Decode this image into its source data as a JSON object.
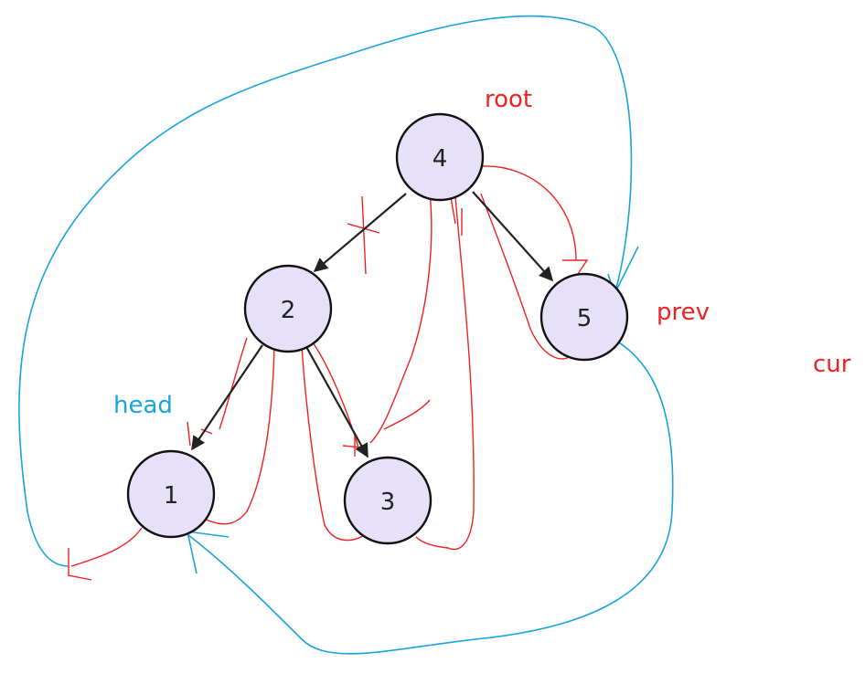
{
  "colors": {
    "node_fill": "#e6e0f8",
    "node_stroke": "#111111",
    "tree_edge": "#222222",
    "red_annotation": "#ee2222",
    "blue_annotation": "#1aa3df"
  },
  "nodes": [
    {
      "id": "n4",
      "value": "4"
    },
    {
      "id": "n2",
      "value": "2"
    },
    {
      "id": "n5",
      "value": "5"
    },
    {
      "id": "n1",
      "value": "1"
    },
    {
      "id": "n3",
      "value": "3"
    }
  ],
  "labels": {
    "root": "root",
    "prev": "prev",
    "cur": "cur",
    "head": "head"
  }
}
